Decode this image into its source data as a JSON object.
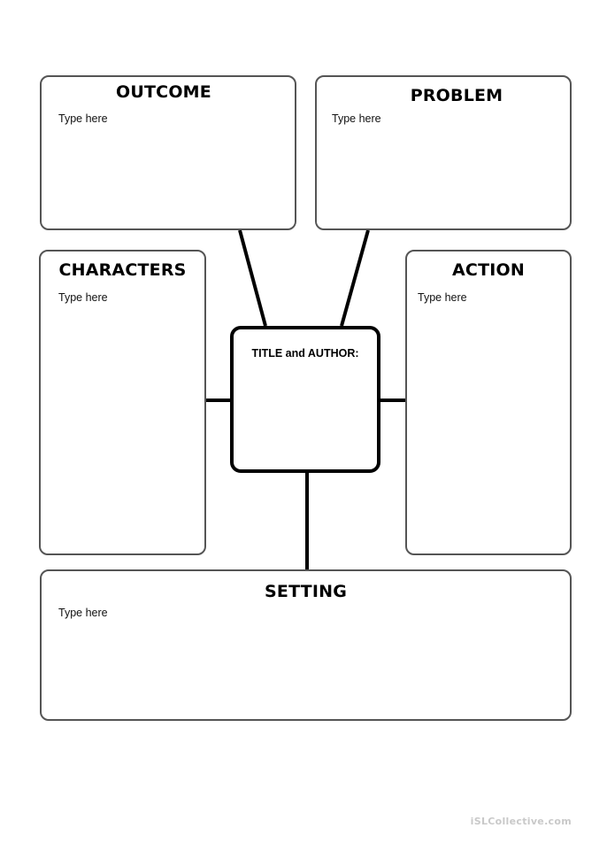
{
  "outcome": {
    "title": "OUTCOME",
    "hint": "Type here"
  },
  "problem": {
    "title": "PROBLEM",
    "hint": "Type here"
  },
  "characters": {
    "title": "CHARACTERS",
    "hint": "Type here"
  },
  "action": {
    "title": "ACTION",
    "hint": "Type here"
  },
  "center": {
    "label": "TITLE and AUTHOR:"
  },
  "setting": {
    "title": "SETTING",
    "hint": "Type here"
  },
  "watermark": "iSLCollective.com"
}
